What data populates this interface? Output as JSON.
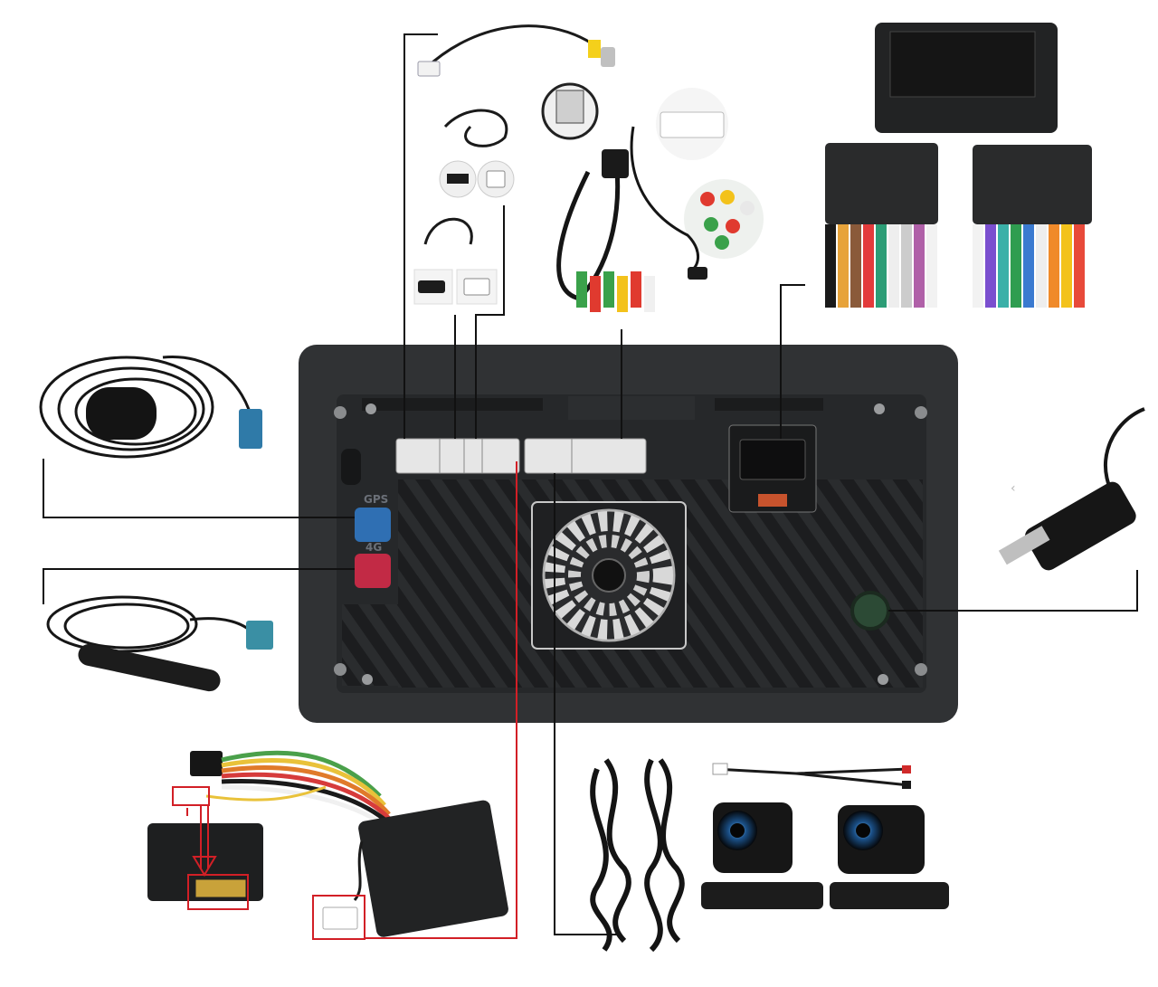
{
  "unit": {
    "ports": [
      {
        "id": "gps",
        "label": "GPS",
        "connector_color": "#2f6fb3"
      },
      {
        "id": "4g",
        "label": "4G",
        "connector_color": "#c22a45"
      }
    ]
  },
  "accessories": [
    {
      "id": "rca-reverse-cable",
      "icon": "rca-cable-icon"
    },
    {
      "id": "usb-cable-1",
      "icon": "usb-cable-icon"
    },
    {
      "id": "usb-cable-2",
      "icon": "usb-cable-icon"
    },
    {
      "id": "rca-av-harness",
      "icon": "wire-harness-icon"
    },
    {
      "id": "iso-power-connector",
      "icon": "iso-connector-icon"
    },
    {
      "id": "gps-antenna",
      "icon": "gps-antenna-icon"
    },
    {
      "id": "4g-antenna",
      "icon": "antenna-icon"
    },
    {
      "id": "radio-antenna-adapter",
      "icon": "radio-plug-icon"
    },
    {
      "id": "canbus-harness",
      "icon": "wire-harness-icon"
    },
    {
      "id": "camera-extension-cables",
      "icon": "cable-coil-icon"
    },
    {
      "id": "cameras",
      "icon": "camera-icon"
    }
  ],
  "colors": {
    "unit_body": "#2e3032",
    "line": "#111111",
    "highlight": "#d21f26"
  },
  "carousel": {
    "prev_glyph": "‹"
  }
}
